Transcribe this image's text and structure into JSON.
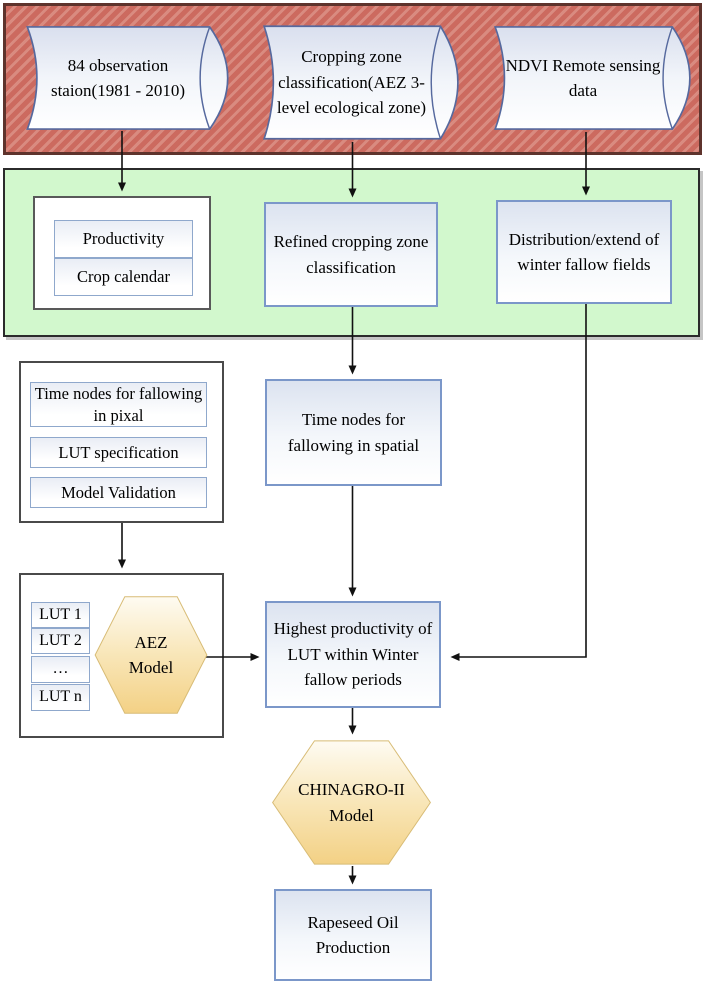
{
  "colors": {
    "source_band_fill": "#cc6a5f",
    "source_band_stripe": "#d98b80",
    "source_band_border": "#5e332c",
    "process_band_fill": "#d2f8cd",
    "process_band_border": "#2b2b2b",
    "node_border_blue": "#7b97c9",
    "container_border_gray": "#595959",
    "cylinder_border": "#56699e",
    "hexagon_fill_top": "#fefbf2",
    "hexagon_fill_bottom": "#f3d185",
    "arrow_color": "#111111"
  },
  "nodes": {
    "obs_station": {
      "label": "84 observation staion(1981 - 2010)"
    },
    "cropping_zone": {
      "label": "Cropping zone classification(AEZ 3-level ecological zone)"
    },
    "ndvi": {
      "label": "NDVI Remote sensing data"
    },
    "productivity": {
      "label": "Productivity"
    },
    "crop_calendar": {
      "label": "Crop calendar"
    },
    "refined_zone": {
      "label": "Refined cropping zone classification"
    },
    "distribution": {
      "label": "Distribution/extend of winter fallow fields"
    },
    "time_nodes_pixel": {
      "label": "Time nodes for fallowing in pixal"
    },
    "lut_specification": {
      "label": "LUT specification"
    },
    "model_validation": {
      "label": "Model Validation"
    },
    "time_nodes_spatial": {
      "label": "Time nodes for fallowing in spatial"
    },
    "lut_list": [
      "LUT 1",
      "LUT 2",
      "…",
      "LUT n"
    ],
    "aez_model": {
      "lines": [
        "AEZ",
        "Model"
      ]
    },
    "highest_productivity": {
      "label": "Highest productivity of LUT within Winter fallow periods"
    },
    "chinagro": {
      "lines": [
        "CHINAGRO-II",
        "Model"
      ]
    },
    "rapeseed": {
      "label": "Rapeseed Oil Production"
    }
  }
}
